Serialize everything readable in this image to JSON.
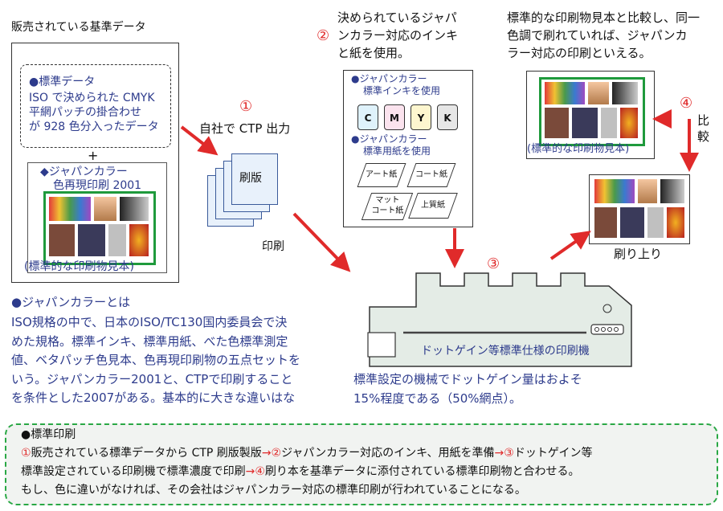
{
  "left_panel": {
    "title": "販売されている基準データ",
    "std_data_header": "●標準データ",
    "std_data_line1": "ISO で決められた CMYK",
    "std_data_line2": "平網パッチの掛合わせ",
    "std_data_line3": "が 928 色分入ったデータ",
    "plus": "+",
    "jc_header_line1": "◆ジャパンカラー",
    "jc_header_line2": "色再現印刷 2001",
    "sample_caption": "(標準的な印刷物見本)"
  },
  "step1": {
    "number": "①",
    "label": "自社で CTP 出力",
    "plate_label": "刷版",
    "print_label": "印刷"
  },
  "step2": {
    "number": "②",
    "text_line1": "決められているジャパ",
    "text_line2": "ンカラー対応のインキ",
    "text_line3": "と紙を使用。",
    "ink_header_line1": "●ジャパンカラー",
    "ink_header_line2": "標準インキを使用",
    "ink_cans": [
      "C",
      "M",
      "Y",
      "K"
    ],
    "paper_header_line1": "●ジャパンカラー",
    "paper_header_line2": "標準用紙を使用",
    "papers": [
      "アート紙",
      "コート紙",
      "マット\nコート紙",
      "上質紙"
    ]
  },
  "step3": {
    "number": "③",
    "press_label": "ドットゲイン等標準仕様の印刷機",
    "note_line1": "標準設定の機械でドットゲイン量はおよそ",
    "note_line2": "15%程度である（50%網点）。"
  },
  "step4": {
    "number": "④",
    "compare_label": "比\n較",
    "top_text_line1": "標準的な印刷物見本と比較し、同一",
    "top_text_line2": "色調で刷れていれば、ジャパンカ",
    "top_text_line3": "ラー対応の印刷といえる。",
    "sample_caption": "(標準的な印刷物見本)",
    "result_label": "刷り上り"
  },
  "jc_desc": {
    "header": "●ジャパンカラーとは",
    "lines": [
      "ISO規格の中で、日本のISO/TC130国内委員会で決",
      "めた規格。標準インキ、標準用紙、べた色標準測定",
      "値、ベタパッチ色見本、色再現印刷物の五点セットを",
      "いう。ジャパンカラー2001と、CTPで印刷すること",
      "を条件とした2007がある。基本的に大きな違いはな"
    ]
  },
  "bottom": {
    "header": "●標準印刷",
    "line1": [
      {
        "text": "①",
        "c": "red"
      },
      {
        "text": "販売されている標準データから CTP 刷版製版",
        "c": "blk"
      },
      {
        "text": "→②",
        "c": "red"
      },
      {
        "text": "ジャパンカラー対応のインキ、用紙を準備",
        "c": "blk"
      },
      {
        "text": "→③",
        "c": "red"
      },
      {
        "text": "ドットゲイン等",
        "c": "blk"
      }
    ],
    "line2": [
      {
        "text": "標準設定されている印刷機で標準濃度で印刷",
        "c": "blk"
      },
      {
        "text": "→④",
        "c": "red"
      },
      {
        "text": "刷り本を基準データに添付されている標準印刷物と合わせる。",
        "c": "blk"
      }
    ],
    "line3": "もし、色に違いがなければ、その会社はジャパンカラー対応の標準印刷が行われていることになる。"
  },
  "colors": {
    "text_blue": "#2d3b8c",
    "accent_red": "#e02a2a",
    "frame_green": "#1f9a3c",
    "bottom_border": "#2aa845"
  }
}
